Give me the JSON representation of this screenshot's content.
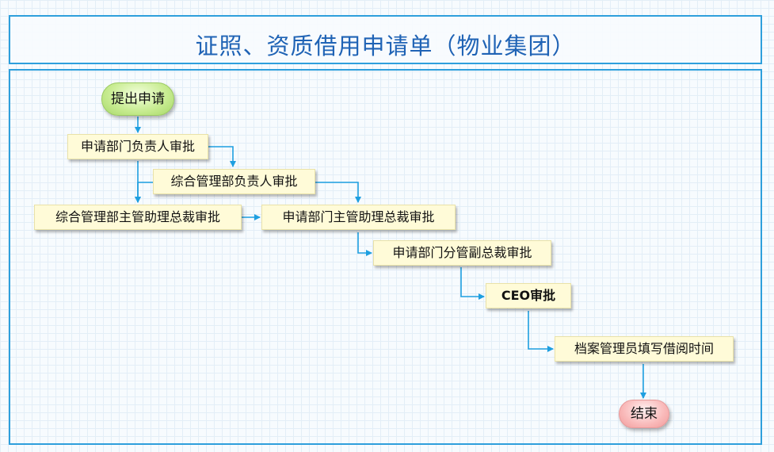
{
  "title": "证照、资质借用申请单（物业集团）",
  "flow": {
    "start": "提出申请",
    "step1": "申请部门负责人审批",
    "step2": "综合管理部负责人审批",
    "step3": "综合管理部主管助理总裁审批",
    "step4": "申请部门主管助理总裁审批",
    "step5": "申请部门分管副总裁审批",
    "step6": "CEO审批",
    "step7": "档案管理员填写借阅时间",
    "end": "结束"
  },
  "colors": {
    "frame": "#2e9fdc",
    "title_text": "#1f63b5",
    "arrow": "#1e9fe0",
    "task_fill": "#fffbd8",
    "start_fill": "#c6eb8f",
    "end_fill": "#f9b9b9"
  }
}
